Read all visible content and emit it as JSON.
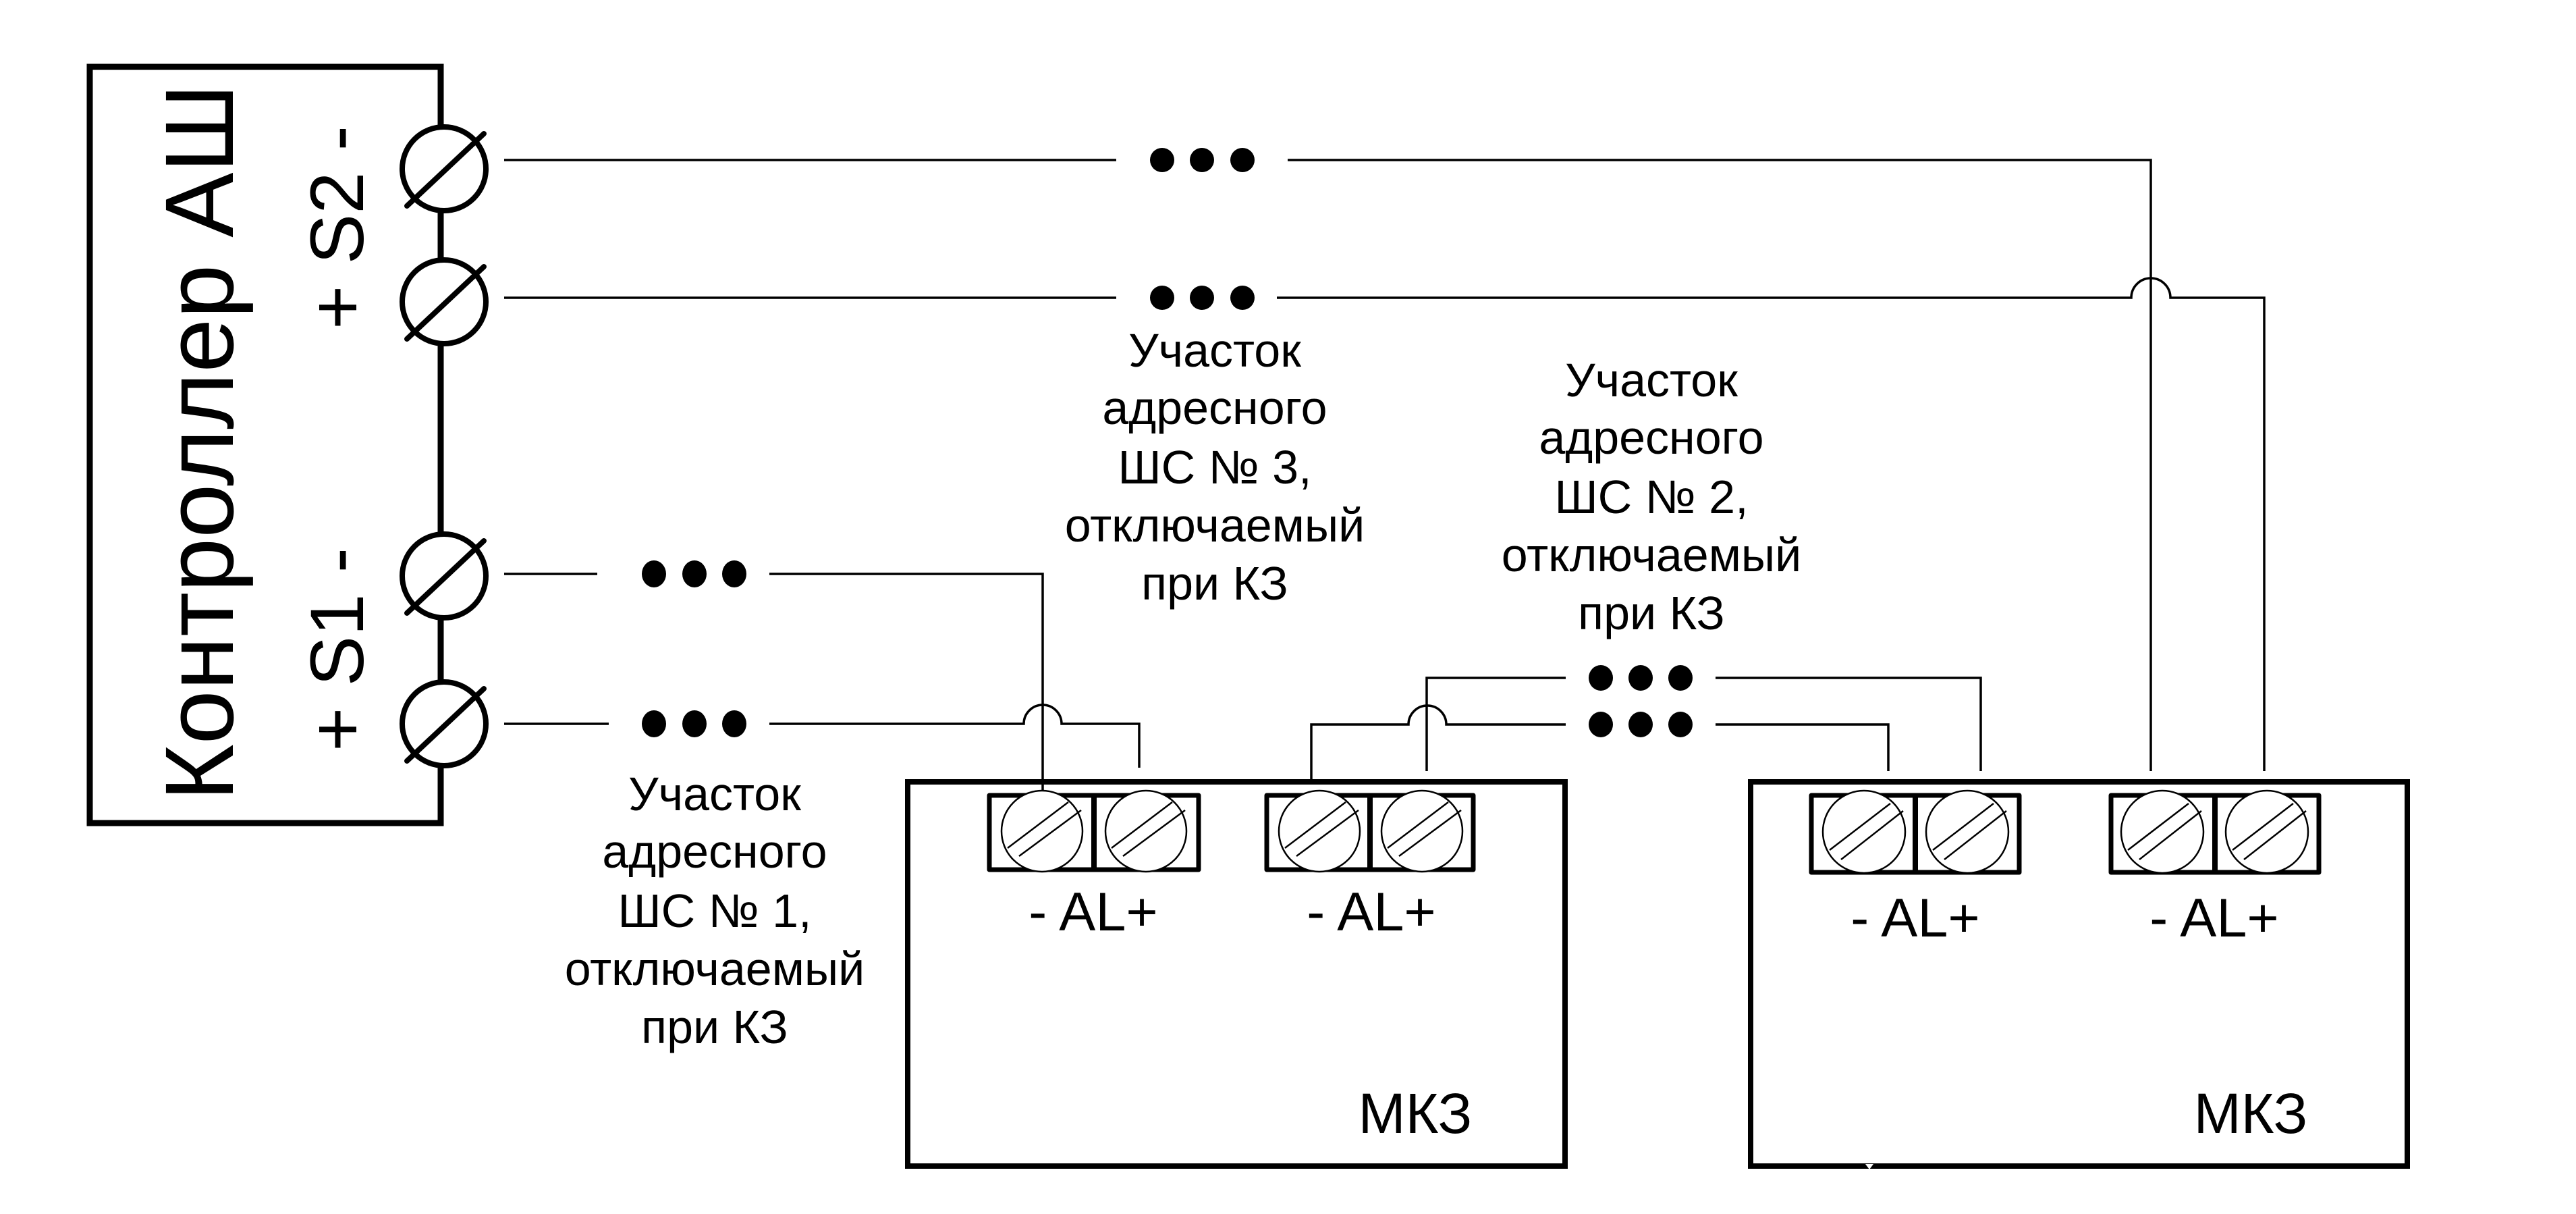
{
  "controller": {
    "title": "Контроллер АШ",
    "loops": [
      {
        "id": "S2",
        "label": "+ S2 -"
      },
      {
        "id": "S1",
        "label": "+ S1 -"
      }
    ]
  },
  "segments": [
    {
      "id": "seg1",
      "lines": [
        "Участок",
        "адресного",
        "ШС № 1,",
        "отключаемый",
        "при КЗ"
      ]
    },
    {
      "id": "seg2",
      "lines": [
        "Участок",
        "адресного",
        "ШС № 2,",
        "отключаемый",
        "при КЗ"
      ]
    },
    {
      "id": "seg3",
      "lines": [
        "Участок",
        "адресного",
        "ШС № 3,",
        "отключаемый",
        "при КЗ"
      ]
    }
  ],
  "modules": [
    {
      "id": "mkz1",
      "label": "МКЗ",
      "terminals": [
        "- AL+",
        "- AL+"
      ]
    },
    {
      "id": "mkz2",
      "label": "МКЗ",
      "terminals": [
        "- AL+",
        "- AL+"
      ]
    }
  ],
  "colors": {
    "line": "#000000",
    "background": "#ffffff"
  }
}
